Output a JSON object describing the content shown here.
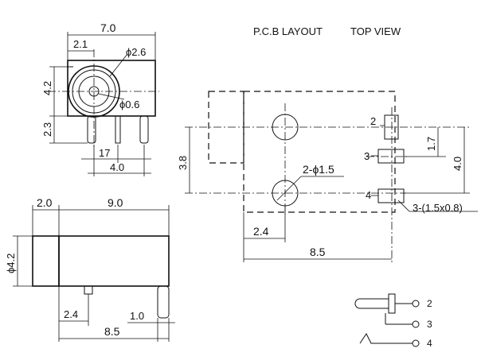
{
  "layout_title": "P.C.B LAYOUT",
  "view_title": "TOP VIEW",
  "front_view": {
    "width_dim": "7.0",
    "offset_dim": "2.1",
    "outer_dia": "ϕ2.6",
    "pin_dia": "ϕ0.6",
    "height_dim": "4.2",
    "pin_height_dim": "2.3",
    "pin_gap_dim": "17",
    "pin_span_dim": "4.0"
  },
  "side_view": {
    "front_dim": "2.0",
    "body_dim": "9.0",
    "dia_dim": "ϕ4.2",
    "pin_offset_dim": "2.4",
    "pin_width_dim": "1.0",
    "length_dim": "8.5"
  },
  "pcb_layout": {
    "hole_label": "2-ϕ1.5",
    "pad_spec": "3-(1.5x0.8)",
    "height_dim": "3.8",
    "pad_gap_dim": "1.7",
    "pad_span_dim": "4.0",
    "hole_offset_dim": "2.4",
    "length_dim": "8.5",
    "pins": [
      "2",
      "3",
      "4"
    ]
  },
  "schematic": {
    "pins": [
      "2",
      "3",
      "4"
    ]
  }
}
